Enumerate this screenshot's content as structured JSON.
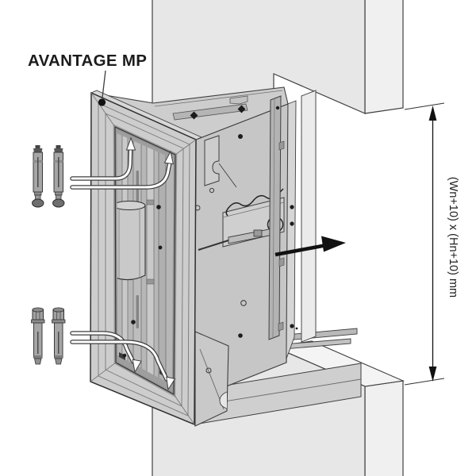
{
  "labels": {
    "product": "AVANTAGE MP",
    "dimension": "(Wn+10) x (Hn+10) mm"
  },
  "colors": {
    "line": "#3f3f3f",
    "wall_front": "#e7e7e7",
    "wall_side": "#f0f0f0",
    "wall_sill": "#f4f4f4",
    "metal_light": "#cdcdcd",
    "metal_mid": "#c6c6c6",
    "metal_dark": "#b0b0b0",
    "arrow_black": "#111111",
    "leader_white": "#ffffff"
  },
  "icons": {
    "insertion_arrow": "thick-right-arrow",
    "leader_arrow": "curved-white-arrow",
    "dimension_arrow": "double-ended-vertical-arrow",
    "keyhole": "lock-cylinder"
  }
}
